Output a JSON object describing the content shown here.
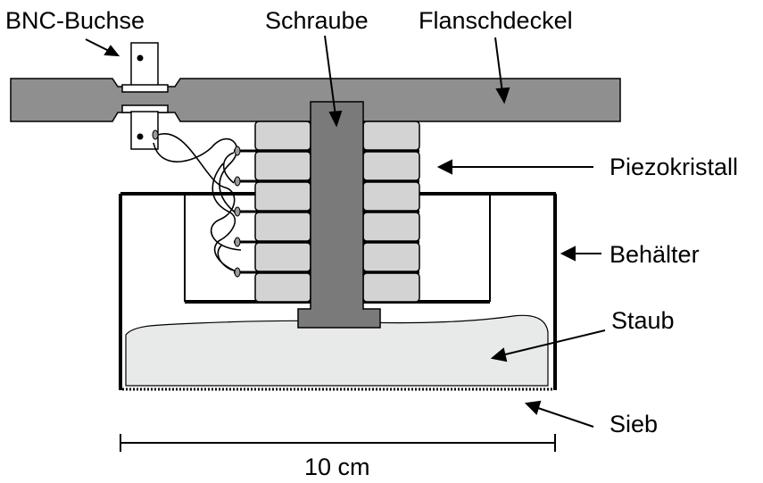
{
  "labels": {
    "bnc": "BNC-Buchse",
    "screw": "Schraube",
    "flange": "Flanschdeckel",
    "piezo": "Piezokristall",
    "container": "Behälter",
    "dust": "Staub",
    "sieve": "Sieb",
    "scale": "10 cm"
  },
  "colors": {
    "flange": "#8f8f8f",
    "screw": "#7a7a7a",
    "piezo": "#d3d3d3",
    "dust": "#e8eae9",
    "stroke": "#000000"
  }
}
